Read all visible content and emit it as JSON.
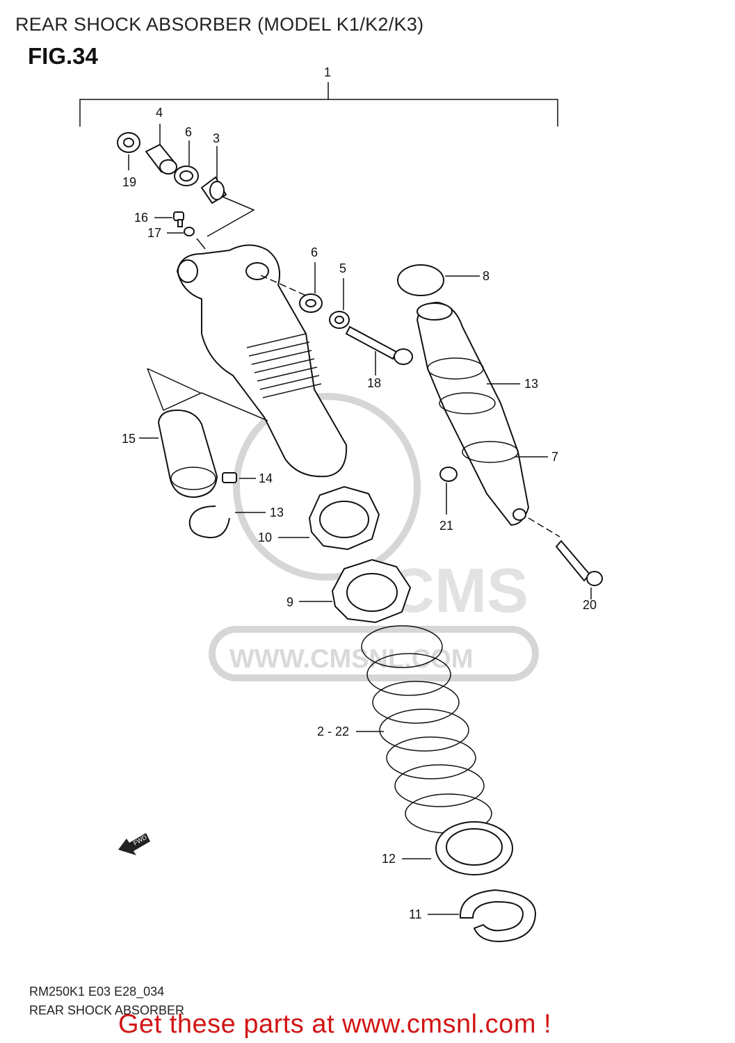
{
  "header": {
    "title": "REAR SHOCK ABSORBER (MODEL K1/K2/K3)",
    "figure": "FIG.34"
  },
  "footer": {
    "code": "RM250K1 E03 E28_034",
    "name": "REAR SHOCK ABSORBER"
  },
  "promo": "Get these parts at www.cmsnl.com !",
  "watermark": {
    "text": "WWW.CMSNL.COM",
    "logo": "CMS"
  },
  "direction_badge": "FWD",
  "callouts": {
    "c1": "1",
    "c2": "2 - 22",
    "c3": "3",
    "c4": "4",
    "c5": "5",
    "c6a": "6",
    "c6b": "6",
    "c7": "7",
    "c8": "8",
    "c9": "9",
    "c10": "10",
    "c11": "11",
    "c12": "12",
    "c13a": "13",
    "c13b": "13",
    "c14": "14",
    "c15": "15",
    "c16": "16",
    "c17": "17",
    "c18": "18",
    "c19": "19",
    "c20": "20",
    "c21": "21"
  }
}
